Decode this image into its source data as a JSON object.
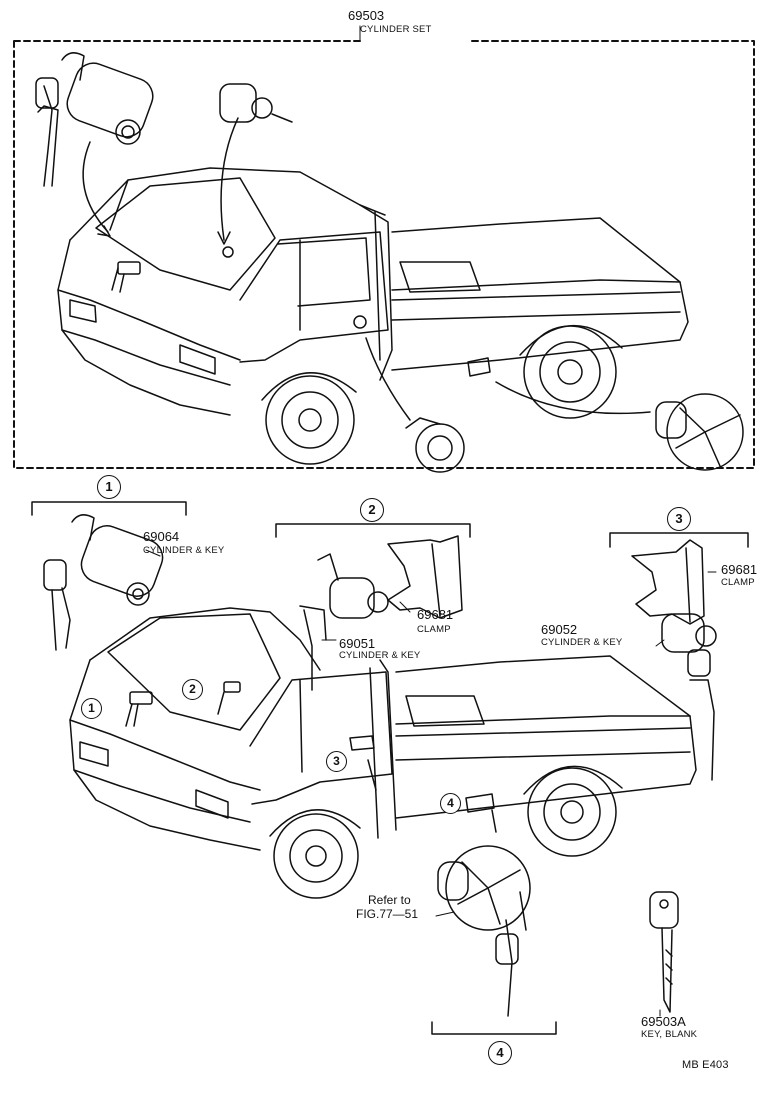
{
  "header": {
    "part_number": "69503",
    "part_name": "CYLINDER SET"
  },
  "groups": [
    {
      "id": "1",
      "part_number": "69064",
      "part_name": "CYLINDER & KEY"
    },
    {
      "id": "2",
      "clamp_number": "69681",
      "clamp_name": "CLAMP",
      "part_number": "69051",
      "part_name": "CYLINDER & KEY"
    },
    {
      "id": "3",
      "clamp_number": "69681",
      "clamp_name": "CLAMP",
      "part_number": "69052",
      "part_name": "CYLINDER & KEY"
    },
    {
      "id": "4",
      "refer_line1": "Refer  to",
      "refer_line2": "FIG.77—51"
    }
  ],
  "key_blank": {
    "part_number": "69503A",
    "part_name": "KEY, BLANK"
  },
  "footer": {
    "code": "MB  E403"
  }
}
